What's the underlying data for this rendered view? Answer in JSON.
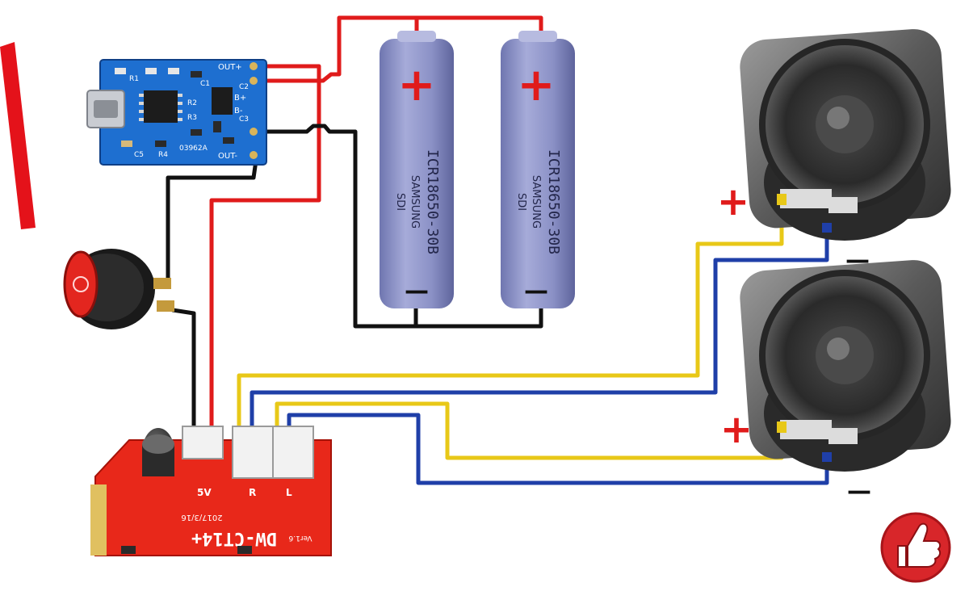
{
  "colors": {
    "positive_wire": "#e01b1b",
    "negative_wire": "#111111",
    "left_channel_wire": "#e8c818",
    "right_channel_wire": "#1f3fa8",
    "battery_body": "#8e94c8",
    "charger_board": "#1e6fd0",
    "amp_board": "#e8281a",
    "plus_mark": "#e01b1b",
    "logo_circle": "#d8262a"
  },
  "charger_module": {
    "pin_out_plus": "OUT+",
    "pin_b_plus": "B+",
    "pin_b_minus": "B-",
    "pin_out_minus": "OUT-",
    "silk_c1": "C1",
    "silk_c2": "C2",
    "silk_r1": "R1",
    "silk_r2": "R2",
    "silk_r3": "R3",
    "silk_r4": "R4",
    "silk_c3": "C3",
    "silk_c5": "C5",
    "silk_code": "03962A",
    "icon": "micro-usb-port-icon"
  },
  "batteries": [
    {
      "plus": "+",
      "minus": "—",
      "model": "ICR18650-30B",
      "brand": "SAMSUNG",
      "cell_code": "SDI"
    },
    {
      "plus": "+",
      "minus": "—",
      "model": "ICR18650-30B",
      "brand": "SAMSUNG",
      "cell_code": "SDI"
    }
  ],
  "speakers": [
    {
      "plus": "+",
      "minus": "—"
    },
    {
      "plus": "+",
      "minus": "—"
    }
  ],
  "amplifier": {
    "model": "DW-CT14+",
    "date": "2017/3/16",
    "version": "Ver1.6",
    "pin_power": "5V",
    "pin_channel_1": "R",
    "pin_channel_2": "L"
  },
  "switch": {
    "icon": "rocker-switch-icon"
  },
  "logo": {
    "icon": "thumbs-up-icon"
  }
}
